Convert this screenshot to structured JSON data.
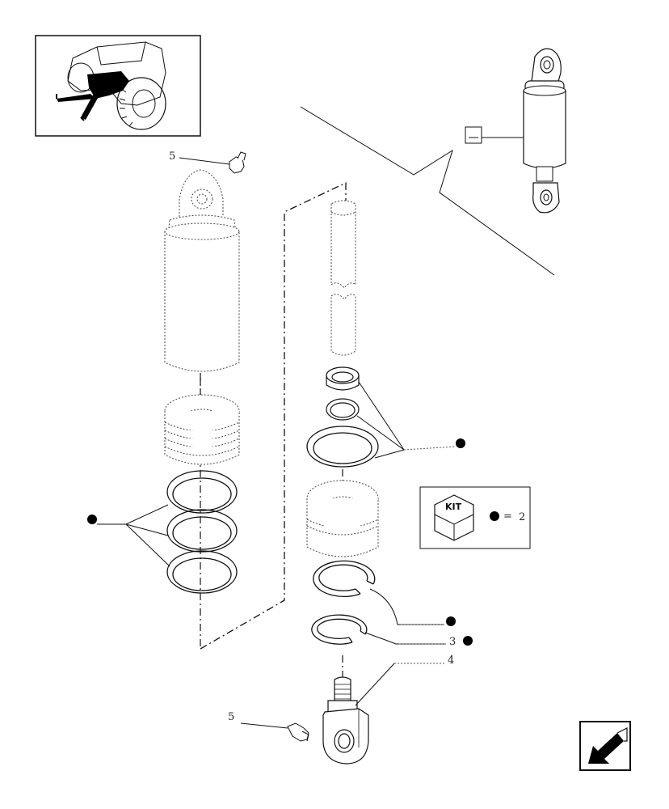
{
  "diagram": {
    "callouts": {
      "ref_5_top": "5",
      "ref_5_bottom": "5",
      "ref_3": "3",
      "ref_4": "4"
    },
    "kit_legend": {
      "badge": "KIT",
      "equals": "=",
      "kit_ref": "2"
    },
    "colors": {
      "line": "#111111",
      "dotted": "#555555",
      "fill": "#ffffff",
      "marker": "#000000"
    },
    "icons": {
      "nav_arrow": "arrow-down-left-icon",
      "kit_cube": "cube-icon"
    }
  }
}
